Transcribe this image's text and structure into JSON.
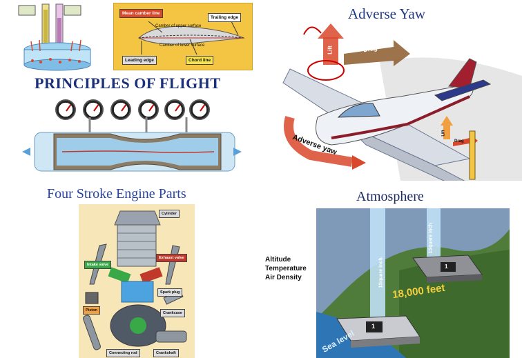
{
  "flight": {
    "title": "PRINCIPLES OF FLIGHT",
    "airfoil_labels": {
      "mean_camber": "Mean camber line",
      "trailing_edge": "Trailing edge",
      "upper_camber": "Camber of upper surface",
      "lower_camber": "Camber of lower surface",
      "leading_edge": "Leading edge",
      "chord_line": "Chord line"
    }
  },
  "yaw": {
    "title": "Adverse Yaw",
    "lift_label": "Lift",
    "drag_label": "Drag",
    "adverse_label": "Adverse yaw",
    "lift_small": "Lift",
    "drag_small": "Drag"
  },
  "engine": {
    "title": "Four Stroke Engine Parts",
    "parts": {
      "cylinder": "Cylinder",
      "intake": "Intake valve",
      "exhaust": "Exhaust valve",
      "spark": "Spark plug",
      "piston": "Piston",
      "crankcase": "Crankcase",
      "rod": "Connecting rod",
      "crankshaft": "Crankshaft"
    }
  },
  "atmo": {
    "title": "Atmosphere",
    "lines": [
      "Altitude",
      "Temperature",
      "Air Density"
    ],
    "feet": "18,000 feet",
    "sea": "Sea level",
    "column": "1Square inch",
    "scale_digit": "1"
  },
  "colors": {
    "title_blue": "#1b2f7a",
    "airfoil_bg": "#f4c542",
    "arrow_red": "#d9482b",
    "sky_blue": "#5aa0d8"
  }
}
